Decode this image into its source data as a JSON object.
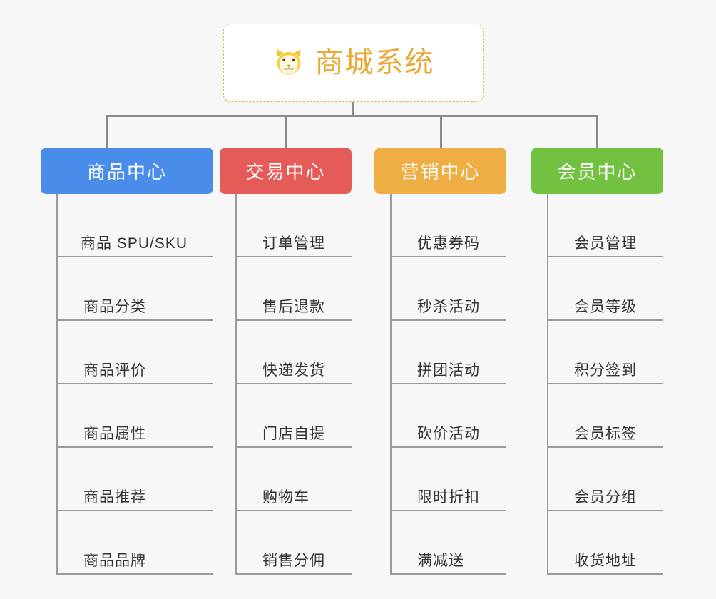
{
  "page": {
    "background_color": "#f7f7f7",
    "connector_color": "#8a8a8a",
    "leaf_line_color": "#9a9a9a",
    "leaf_text_color": "#333333"
  },
  "root": {
    "title": "商城系统",
    "icon": "shiba-dog-face-icon",
    "text_color": "#eaa733",
    "border_color": "#e9b44c",
    "background_color": "#ffffff"
  },
  "columns": [
    {
      "title": "商品中心",
      "color": "#4a8cea",
      "items": [
        {
          "label": "商品 SPU/SKU"
        },
        {
          "label": "商品分类"
        },
        {
          "label": "商品评价"
        },
        {
          "label": "商品属性"
        },
        {
          "label": "商品推荐"
        },
        {
          "label": "商品品牌"
        }
      ]
    },
    {
      "title": "交易中心",
      "color": "#e55b57",
      "items": [
        {
          "label": "订单管理"
        },
        {
          "label": "售后退款"
        },
        {
          "label": "快递发货"
        },
        {
          "label": "门店自提"
        },
        {
          "label": "购物车"
        },
        {
          "label": "销售分佣"
        }
      ]
    },
    {
      "title": "营销中心",
      "color": "#eeae44",
      "items": [
        {
          "label": "优惠券码"
        },
        {
          "label": "秒杀活动"
        },
        {
          "label": "拼团活动"
        },
        {
          "label": "砍价活动"
        },
        {
          "label": "限时折扣"
        },
        {
          "label": "满减送"
        }
      ]
    },
    {
      "title": "会员中心",
      "color": "#73c141",
      "items": [
        {
          "label": "会员管理"
        },
        {
          "label": "会员等级"
        },
        {
          "label": "积分签到"
        },
        {
          "label": "会员标签"
        },
        {
          "label": "会员分组"
        },
        {
          "label": "收货地址"
        }
      ]
    }
  ]
}
